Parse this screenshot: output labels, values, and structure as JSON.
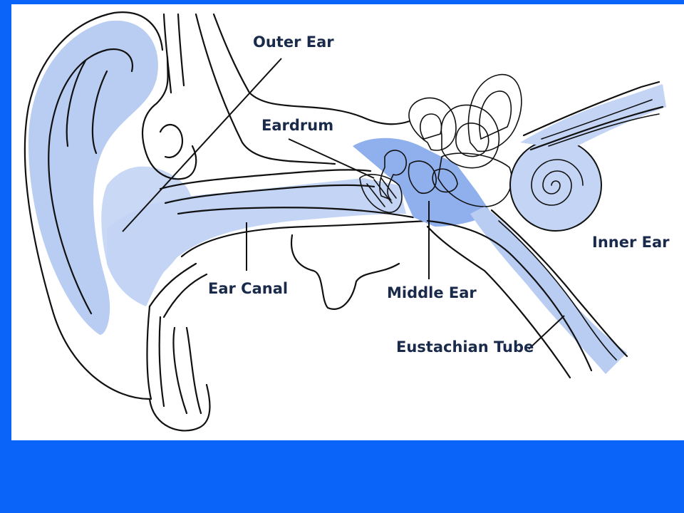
{
  "colors": {
    "background": "#0a64fa",
    "panel": "#ffffff",
    "shade": "#b9cdf2",
    "shade_dark": "#8fb0ec",
    "outline": "#111111",
    "label": "#1a2a4a"
  },
  "labels": {
    "outer_ear": "Outer Ear",
    "eardrum": "Eardrum",
    "inner_ear": "Inner Ear",
    "ear_canal": "Ear Canal",
    "middle_ear": "Middle Ear",
    "eustachian_tube": "Eustachian Tube"
  }
}
